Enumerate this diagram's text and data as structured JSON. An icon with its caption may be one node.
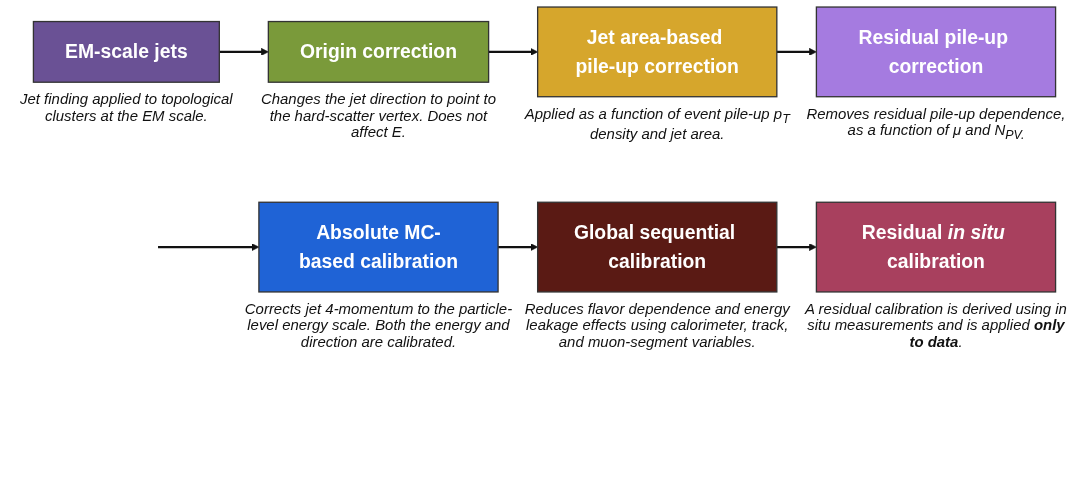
{
  "diagram": {
    "nodes": [
      {
        "text": [
          "EM-scale jets"
        ],
        "beside": [
          "Jet finding applied to topological clusters at the EM scale."
        ]
      },
      {
        "text": [
          "Origin correction"
        ],
        "beside": [
          "Changes the jet direction to point to the hard-scatter vertex. Does not affect E."
        ]
      },
      {
        "text": [
          "Jet area-based pile-up correction"
        ],
        "beside": [
          "Applied as a function of event pile-up p$_{T}$ density and jet area."
        ]
      },
      {
        "text": [
          "Residual pile-up correction"
        ],
        "beside": [
          "Removes residual pile-up dependence, as a function of μ and N$_{PV.}$"
        ]
      },
      {
        "text": [
          "Absolute MC-based calibration"
        ],
        "beside": [
          "Corrects jet 4-momentum to the particle-level energy scale. Both the energy and direction are calibrated."
        ]
      },
      {
        "text": [
          "Global sequential calibration"
        ],
        "beside": [
          "Reduces flavor dependence and energy leakage effects using calorimeter, track, and muon-segment variables."
        ]
      },
      {
        "text": [
          "Residual *in situ* calibration"
        ],
        "beside": [
          "A residual calibration is derived using in situ measurements and is applied **only to data**."
        ]
      }
    ],
    "edges": [
      {
        "from": 0,
        "to": 1,
        "arrow": "to"
      },
      {
        "from": 1,
        "to": 2,
        "arrow": "to"
      },
      {
        "from": 2,
        "to": 3,
        "arrow": "to"
      },
      {
        "from": null,
        "to": 4,
        "arrow": "to"
      },
      {
        "from": 4,
        "to": 5,
        "arrow": "to"
      },
      {
        "from": 5,
        "to": 6,
        "arrow": "to"
      }
    ]
  }
}
